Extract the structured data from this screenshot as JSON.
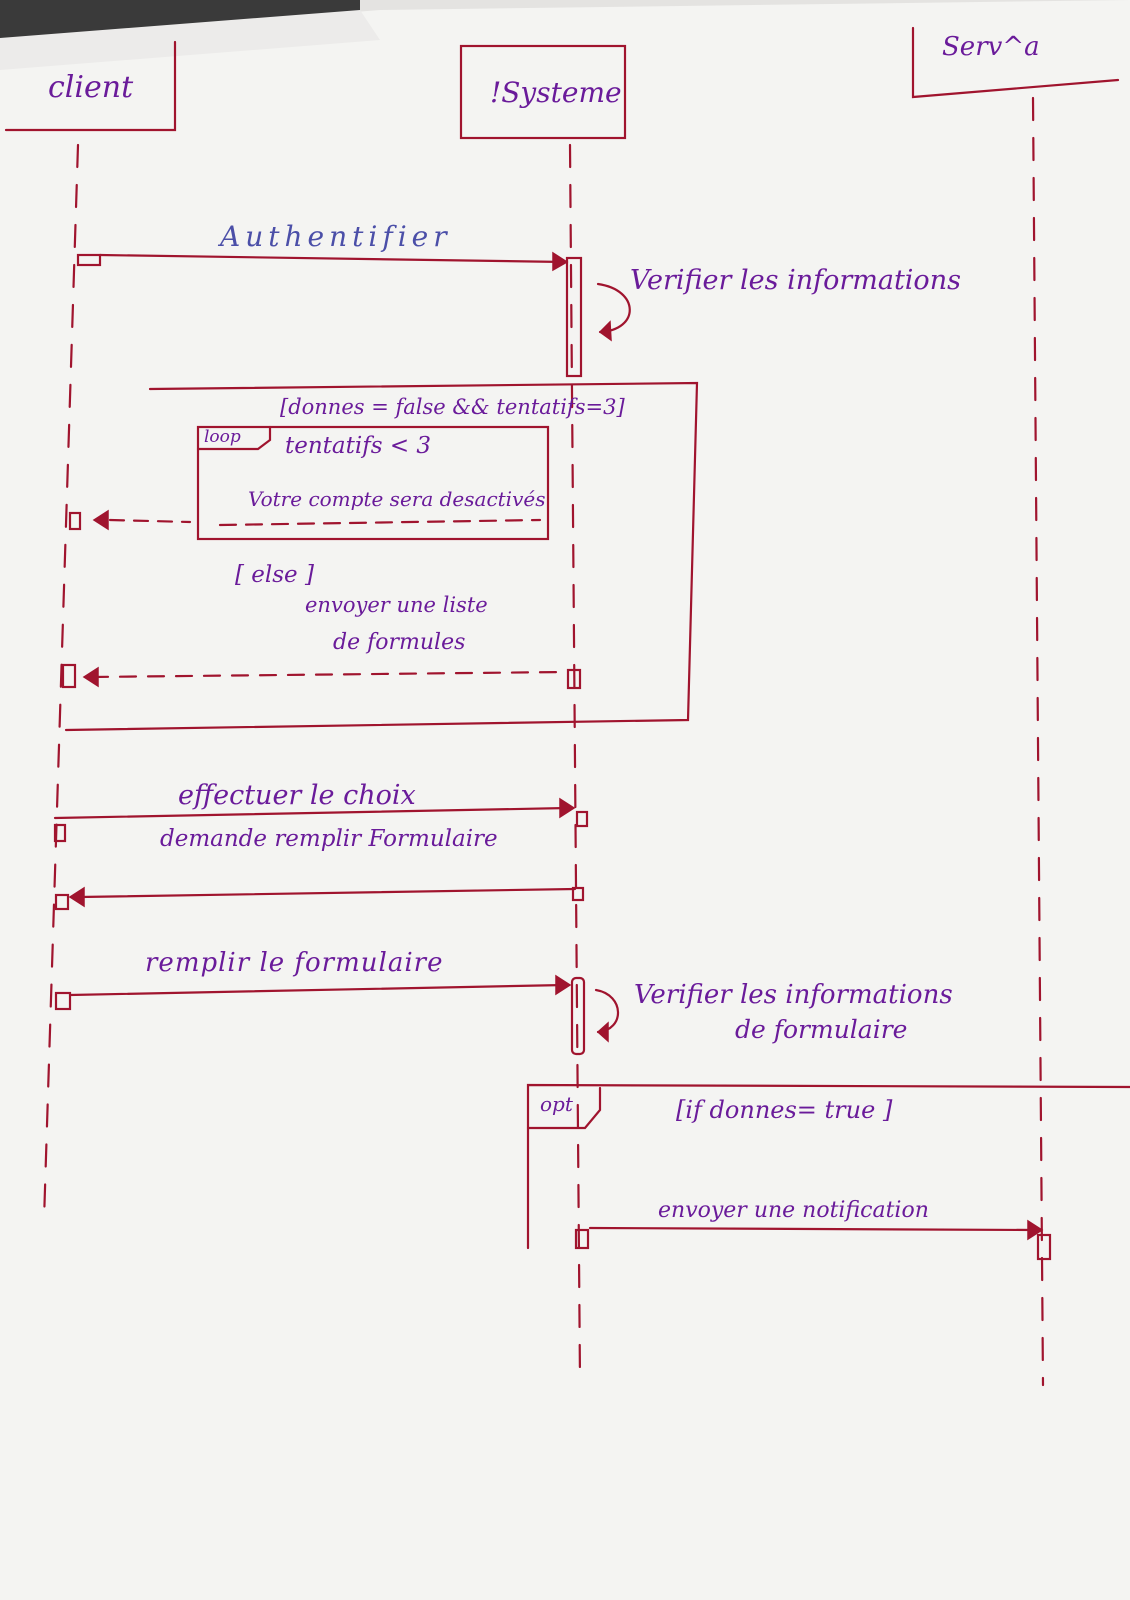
{
  "lifelines": [
    {
      "id": "client",
      "label": "client"
    },
    {
      "id": "system",
      "label": "!Systeme"
    },
    {
      "id": "service",
      "label": "Serv^a"
    }
  ],
  "messages": {
    "authentifier": "Authentifier",
    "verifier_infos": "Verifier les informations",
    "compte_desactive": "Votre compte sera desactivés",
    "envoyer_liste_line1": "envoyer une liste",
    "envoyer_liste_line2": "de formules",
    "effectuer_choix": "effectuer le choix",
    "demande_remplir": "demande remplir Formulaire",
    "remplir_formulaire": "remplir le formulaire",
    "verifier_form_line1": "Verifier les informations",
    "verifier_form_line2": "de formulaire",
    "envoyer_notification": "envoyer une notification"
  },
  "fragments": {
    "alt_guard": "[donnes = false && tentatifs=3]",
    "alt_else": "[ else ]",
    "loop_operator": "loop",
    "loop_guard": "tentatifs < 3",
    "opt_operator": "opt",
    "opt_guard": "[if donnes= true ]"
  },
  "colors": {
    "ink": "#a0142e",
    "pen": "#6a1b9a",
    "paper": "#f4f4f2"
  }
}
